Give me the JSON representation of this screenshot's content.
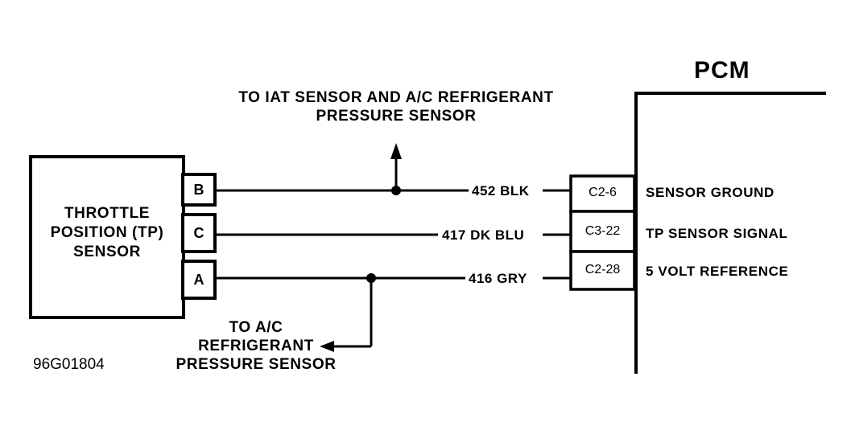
{
  "pcm_title": "PCM",
  "sensor": {
    "title_line1": "THROTTLE",
    "title_line2": "POSITION (TP)",
    "title_line3": "SENSOR"
  },
  "pins": [
    "B",
    "C",
    "A"
  ],
  "wires": [
    {
      "pin": "B",
      "wire_label": "452 BLK",
      "connector": "C2-6",
      "circuit": "SENSOR GROUND"
    },
    {
      "pin": "C",
      "wire_label": "417 DK BLU",
      "connector": "C3-22",
      "circuit": "TP SENSOR SIGNAL"
    },
    {
      "pin": "A",
      "wire_label": "416 GRY",
      "connector": "C2-28",
      "circuit": "5 VOLT REFERENCE"
    }
  ],
  "notes": {
    "top_line1": "TO IAT SENSOR AND A/C REFRIGERANT",
    "top_line2": "PRESSURE SENSOR",
    "bottom_line1": "TO A/C",
    "bottom_line2": "REFRIGERANT",
    "bottom_line3": "PRESSURE SENSOR"
  },
  "figure_id": "96G01804"
}
